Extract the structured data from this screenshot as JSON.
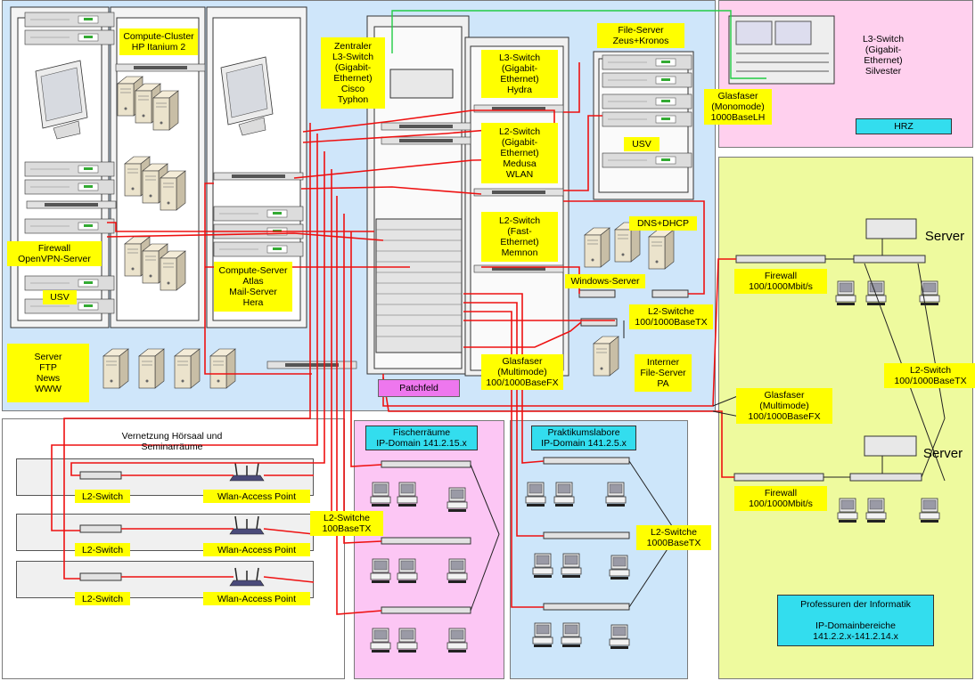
{
  "colors": {
    "server_room": "#cfe6fa",
    "hrz": "#ffd0ee",
    "professuren": "#eefa9e",
    "fischerraeume": "#fcc6f4",
    "praktikumslabore": "#cde6fa",
    "lecture": "#ffffff",
    "label": "#ffff00",
    "caption": "#33ddee",
    "patchfeld": "#ee77ee",
    "cable": "#ee1111",
    "cable_green": "#22cc44",
    "cable_black": "#222222"
  },
  "labels": {
    "compute_cluster": "Compute-Cluster\nHP Itanium 2",
    "zentraler_switch": "Zentraler\nL3-Switch\n(Gigabit-\nEthernet)\nCisco\nTyphon",
    "l3_hydra": "L3-Switch\n(Gigabit-\nEthernet)\nHydra",
    "l2_medusa": "L2-Switch\n(Gigabit-\nEthernet)\nMedusa\nWLAN",
    "l2_memnon": "L2-Switch\n(Fast-\nEthernet)\nMemnon",
    "file_server": "File-Server\nZeus+Kronos",
    "glasfaser_mono": "Glasfaser\n(Monomode)\n1000BaseLH",
    "usv_top": "USV",
    "l3_silvester": "L3-Switch\n(Gigabit-\nEthernet)\nSilvester",
    "hrz": "HRZ",
    "dns_dhcp": "DNS+DHCP",
    "windows_server": "Windows-Server",
    "l2_switche_1": "L2-Switche\n100/1000BaseTX",
    "interner_fileserver": "Interner\nFile-Server\nPA",
    "glasfaser_multi_1": "Glasfaser\n(Multimode)\n100/1000BaseFX",
    "patchfeld": "Patchfeld",
    "firewall_openvpn": "Firewall\nOpenVPN-Server",
    "usv_left": "USV",
    "compute_server": "Compute-Server\nAtlas\nMail-Server\nHera",
    "server_ftp": "Server\nFTP\nNews\nWWW",
    "firewall_1": "Firewall\n100/1000Mbit/s",
    "server_1": "Server",
    "l2_switch_right": "L2-Switch\n100/1000BaseTX",
    "glasfaser_multi_2": "Glasfaser\n(Multimode)\n100/1000BaseFX",
    "server_2": "Server",
    "firewall_2": "Firewall\n100/1000Mbit/s",
    "professuren": "Professuren der Informatik\n\nIP-Domainbereiche\n141.2.2.x-141.2.14.x",
    "vernetzung": "Vernetzung Hörsaal und\nSeminarräume",
    "l2_switch_a": "L2-Switch",
    "wlan_a": "Wlan-Access Point",
    "l2_switch_b": "L2-Switch",
    "wlan_b": "Wlan-Access Point",
    "l2_switch_c": "L2-Switch",
    "wlan_c": "Wlan-Access Point",
    "l2_switche_100": "L2-Switche\n100BaseTX",
    "fischerraeume": "Fischerräume\nIP-Domain 141.2.15.x",
    "praktikumslabore": "Praktikumslabore\nIP-Domain 141.2.5.x",
    "l2_switche_1000": "L2-Switche\n1000BaseTX"
  }
}
